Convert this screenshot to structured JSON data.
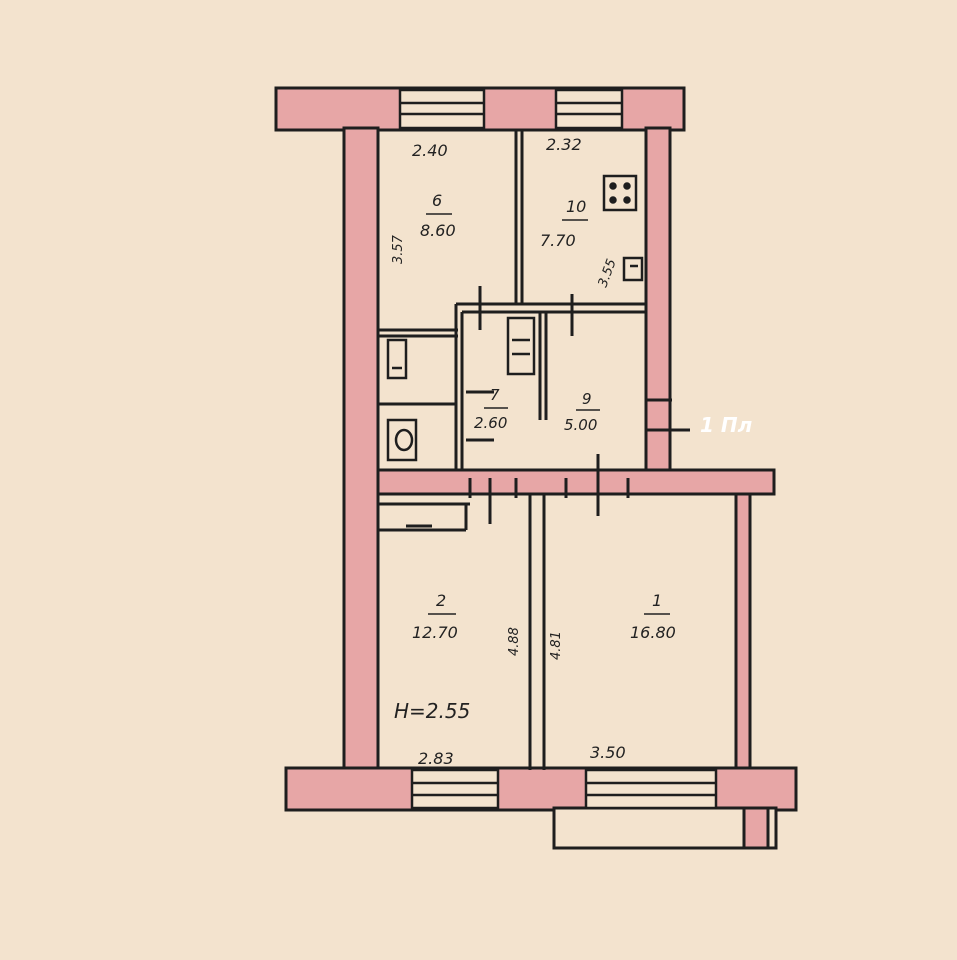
{
  "colors": {
    "paper": "#f3e3ce",
    "wall_fill": "#e7a6a6",
    "line": "#1e1e1e"
  },
  "rooms": [
    {
      "id": "room-6",
      "number": "6",
      "area": "8.60",
      "side": "3.57"
    },
    {
      "id": "room-10",
      "number": "10",
      "area": "7.70",
      "side": "3.55"
    },
    {
      "id": "room-7",
      "number": "7",
      "area": "2.60"
    },
    {
      "id": "room-9",
      "number": "9",
      "area": "5.00"
    },
    {
      "id": "room-2",
      "number": "2",
      "area": "12.70",
      "side": "4.88"
    },
    {
      "id": "room-1",
      "number": "1",
      "area": "16.80",
      "side": "4.81"
    }
  ],
  "dimensions": {
    "top_left": "2.40",
    "top_right": "2.32",
    "bottom_left": "2.83",
    "bottom_right": "3.50"
  },
  "ceiling_height": "H=2.55",
  "entrance_mark": "1 Пл"
}
